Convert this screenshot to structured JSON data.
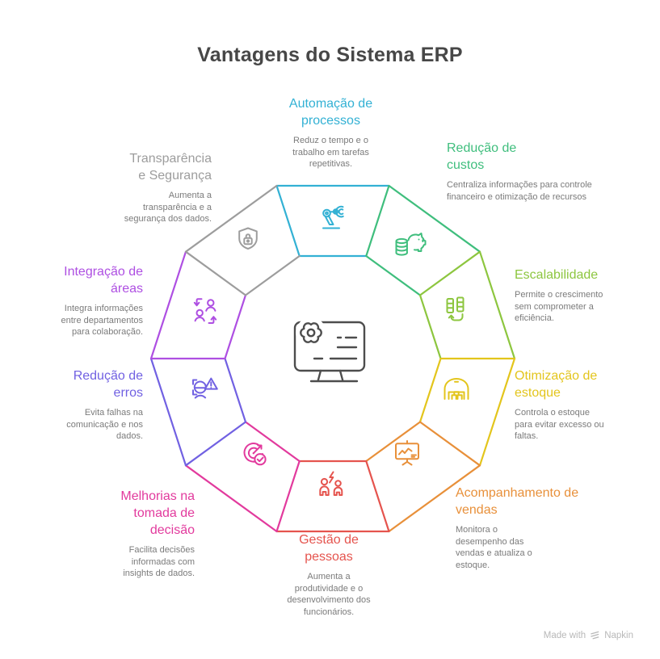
{
  "title": "Vantagens do Sistema ERP",
  "footer": {
    "made_with": "Made with",
    "brand": "Napkin"
  },
  "center": {
    "icon": "erp-monitor-gear-icon",
    "color": "#4d4d4d"
  },
  "segments": [
    {
      "id": "automacao-de-processos",
      "title": "Automação de processos",
      "description": "Reduz o tempo e o trabalho em tarefas repetitivas.",
      "color": "#33b1d4",
      "icon": "robot-arm-icon"
    },
    {
      "id": "reducao-de-custos",
      "title": "Redução de custos",
      "description": "Centraliza informações para controle financeiro e otimização de recursos",
      "color": "#3fbe7d",
      "icon": "piggy-bank-savings-icon"
    },
    {
      "id": "escalabilidade",
      "title": "Escalabilidade",
      "description": "Permite o crescimento sem comprometer a eficiência.",
      "color": "#8dc63f",
      "icon": "scalable-modules-icon"
    },
    {
      "id": "otimizacao-de-estoque",
      "title": "Otimização de estoque",
      "description": "Controla o estoque para evitar excesso ou faltas.",
      "color": "#e3c51c",
      "icon": "warehouse-icon"
    },
    {
      "id": "acompanhamento-de-vendas",
      "title": "Acompanhamento de vendas",
      "description": "Monitora o desempenho das vendas e atualiza o estoque.",
      "color": "#e8903a",
      "icon": "sales-chart-icon"
    },
    {
      "id": "gestao-de-pessoas",
      "title": "Gestão de pessoas",
      "description": "Aumenta a produtividade e o desenvolvimento dos funcionários.",
      "color": "#e5544e",
      "icon": "team-energy-icon"
    },
    {
      "id": "melhorias-na-tomada-de-decisao",
      "title": "Melhorias na tomada de decisão",
      "description": "Facilita decisões informadas com insights de dados.",
      "color": "#e23a9d",
      "icon": "target-decision-icon"
    },
    {
      "id": "reducao-de-erros",
      "title": "Redução de erros",
      "description": "Evita falhas na comunicação e nos dados.",
      "color": "#7161e2",
      "icon": "error-alert-icon"
    },
    {
      "id": "integracao-de-areas",
      "title": "Integração de áreas",
      "description": "Integra informações entre departamentos para colaboração.",
      "color": "#ae4fe2",
      "icon": "people-swap-icon"
    },
    {
      "id": "transparencia-e-seguranca",
      "title": "Transparência e Segurança",
      "description": "Aumenta a transparência e a segurança dos dados.",
      "color": "#9d9d9d",
      "icon": "shield-lock-icon"
    }
  ]
}
